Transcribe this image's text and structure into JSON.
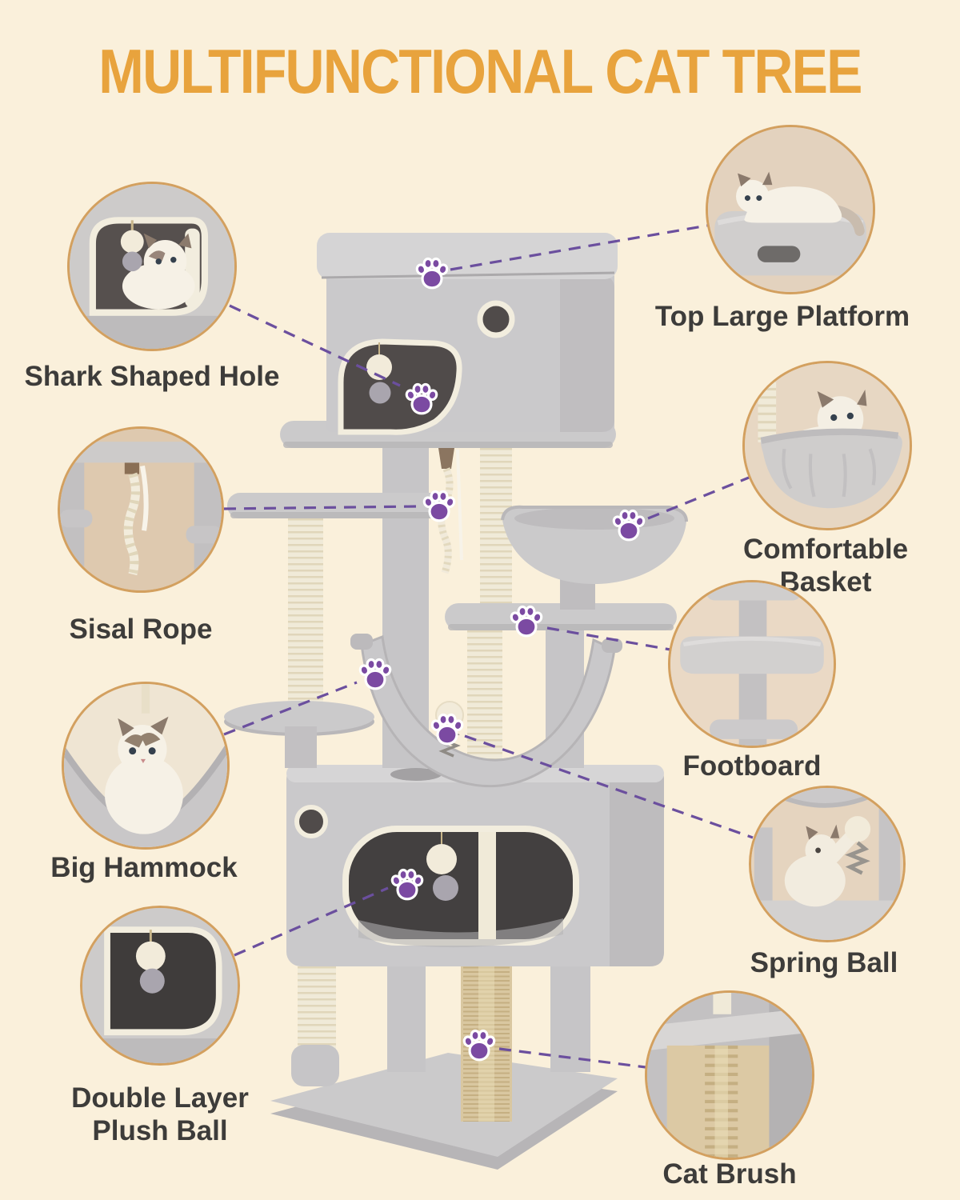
{
  "title": "MULTIFUNCTIONAL CAT TREE",
  "features": [
    {
      "id": "shark-shaped-hole",
      "label": "Shark Shaped Hole"
    },
    {
      "id": "sisal-rope",
      "label": "Sisal Rope"
    },
    {
      "id": "big-hammock",
      "label": "Big Hammock"
    },
    {
      "id": "double-layer-plush-ball",
      "label": "Double Layer Plush Ball"
    },
    {
      "id": "top-large-platform",
      "label": "Top Large Platform"
    },
    {
      "id": "comfortable-basket",
      "label": "Comfortable Basket"
    },
    {
      "id": "footboard",
      "label": "Footboard"
    },
    {
      "id": "spring-ball",
      "label": "Spring Ball"
    },
    {
      "id": "cat-brush",
      "label": "Cat Brush"
    }
  ],
  "icons": {
    "paw": "paw-print-icon"
  },
  "colors": {
    "background": "#FAF0DB",
    "title_text": "#E8A33D",
    "circle_border": "#D3A05F",
    "label_text": "#3D3C3A",
    "callout_line": "#6B4F9E",
    "paw_fill": "#7B4AA2",
    "paw_outline": "#FFFFFF",
    "tree_plush_gray": "#CAC9CB",
    "tree_shade_gray": "#BCBABC",
    "tree_trim_cream": "#F2EDDE",
    "sisal_post": "#F0EAD8",
    "opening_dark": "#4A4645",
    "cat_brush_tan": "#D9C7A0",
    "plush_ball_white": "#F2EBDA",
    "plush_ball_gray": "#A9A5AE"
  }
}
